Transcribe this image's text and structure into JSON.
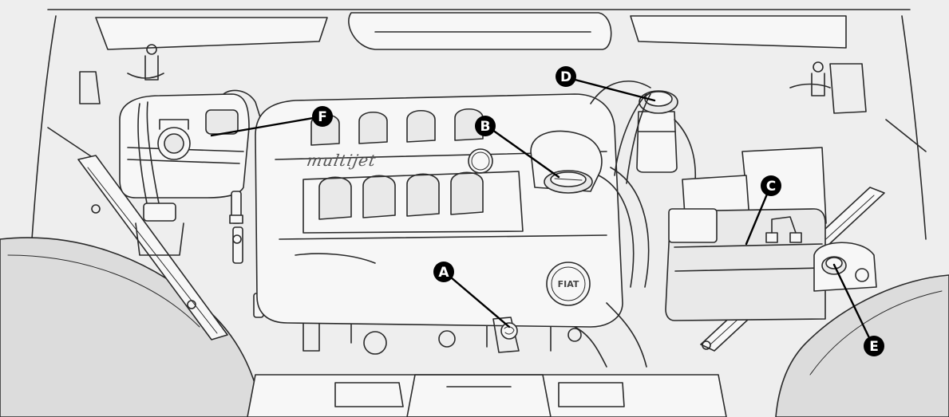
{
  "diagram": {
    "brand_text": "multijet",
    "logo_text": "FIAT",
    "callouts": [
      {
        "id": "A",
        "label": "A"
      },
      {
        "id": "B",
        "label": "B"
      },
      {
        "id": "C",
        "label": "C"
      },
      {
        "id": "D",
        "label": "D"
      },
      {
        "id": "E",
        "label": "E"
      },
      {
        "id": "F",
        "label": "F"
      }
    ]
  }
}
